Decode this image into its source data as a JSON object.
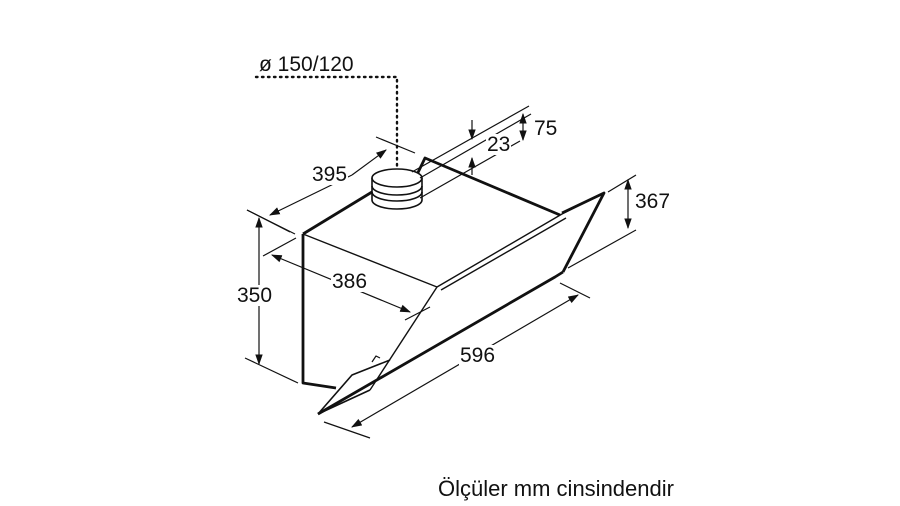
{
  "diagram": {
    "title": "Cooker hood dimension drawing",
    "duct_diameter_label": "ø 150/120",
    "dimensions": {
      "depth_top": "395",
      "offset_top": "23",
      "collar_height": "75",
      "glass_height": "367",
      "body_height": "350",
      "depth_body": "386",
      "width": "596"
    },
    "caption": "Ölçüler mm cinsindendir",
    "line_color": "#111111",
    "background_color": "#ffffff"
  }
}
